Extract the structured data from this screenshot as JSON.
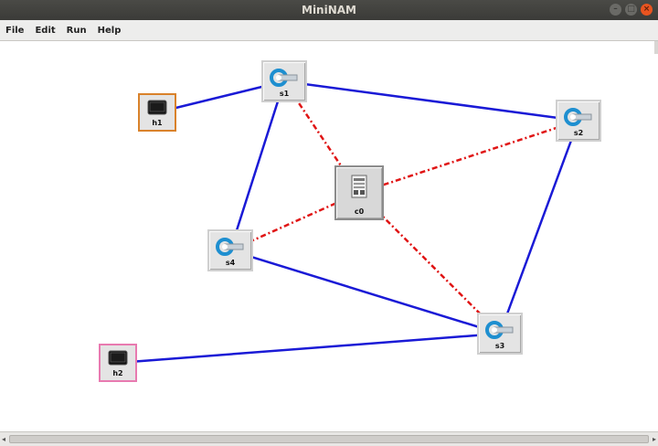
{
  "window": {
    "title": "MiniNAM",
    "controls": [
      {
        "icon": "minimize-icon",
        "glyph": "–"
      },
      {
        "icon": "maximize-icon",
        "glyph": "□"
      },
      {
        "icon": "close-icon",
        "glyph": "×"
      }
    ]
  },
  "menu": [
    "File",
    "Edit",
    "Run",
    "Help"
  ],
  "nodes": {
    "h1": {
      "label": "h1",
      "type": "host",
      "border_color": "#d9822b"
    },
    "h2": {
      "label": "h2",
      "type": "host",
      "border_color": "#e87ab0"
    },
    "s1": {
      "label": "s1",
      "type": "switch"
    },
    "s2": {
      "label": "s2",
      "type": "switch"
    },
    "s3": {
      "label": "s3",
      "type": "switch"
    },
    "s4": {
      "label": "s4",
      "type": "switch"
    },
    "c0": {
      "label": "c0",
      "type": "controller"
    }
  },
  "links": [
    {
      "from": "h1",
      "to": "s1",
      "kind": "data"
    },
    {
      "from": "s1",
      "to": "s2",
      "kind": "data"
    },
    {
      "from": "s1",
      "to": "s4",
      "kind": "data"
    },
    {
      "from": "s2",
      "to": "s3",
      "kind": "data"
    },
    {
      "from": "s4",
      "to": "s3",
      "kind": "data"
    },
    {
      "from": "h2",
      "to": "s3",
      "kind": "data"
    },
    {
      "from": "c0",
      "to": "s1",
      "kind": "control"
    },
    {
      "from": "c0",
      "to": "s2",
      "kind": "control"
    },
    {
      "from": "c0",
      "to": "s3",
      "kind": "control"
    },
    {
      "from": "c0",
      "to": "s4",
      "kind": "control"
    }
  ],
  "colors": {
    "data_link": "#1a1ad6",
    "control_link": "#e01515"
  }
}
